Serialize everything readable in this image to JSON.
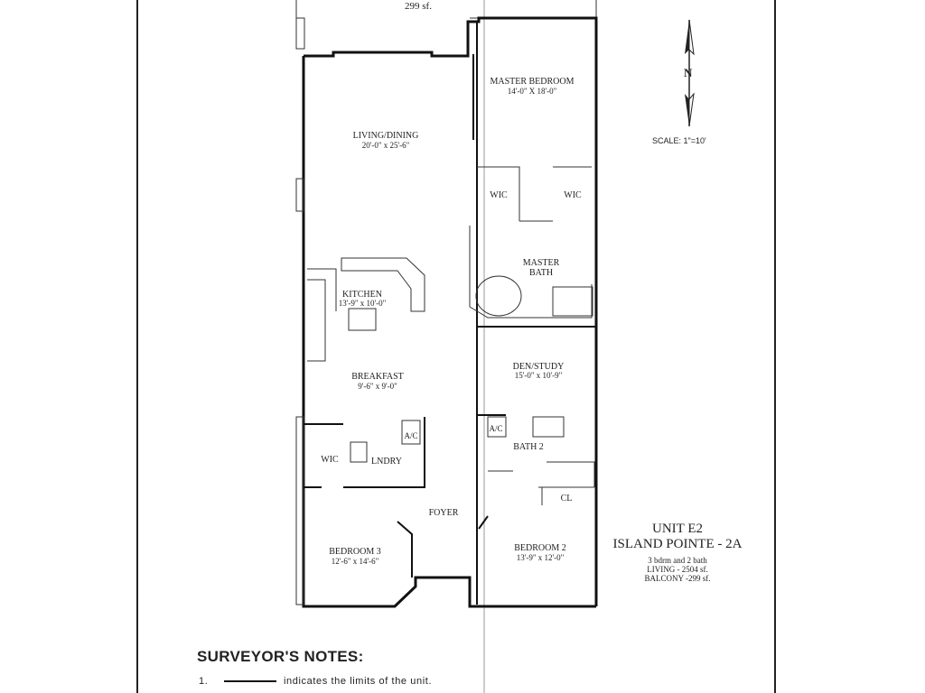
{
  "plan": {
    "balcony_top": "299 sf.",
    "rooms": {
      "master_bedroom": {
        "name": "MASTER BEDROOM",
        "size": "14'-0\" X 18'-0\""
      },
      "living_dining": {
        "name": "LIVING/DINING",
        "size": "20'-0\" x 25'-6\""
      },
      "wic_left": {
        "name": "WIC"
      },
      "wic_right": {
        "name": "WIC"
      },
      "master_bath": {
        "name": "MASTER",
        "name2": "BATH"
      },
      "kitchen": {
        "name": "KITCHEN",
        "size": "13'-9\" x 10'-0\""
      },
      "breakfast": {
        "name": "BREAKFAST",
        "size": "9'-6\" x 9'-0\""
      },
      "den_study": {
        "name": "DEN/STUDY",
        "size": "15'-0\" x 10'-9\""
      },
      "bath2": {
        "name": "BATH 2"
      },
      "wic_bed3": {
        "name": "WIC"
      },
      "laundry": {
        "name": "LNDRY"
      },
      "ac_1": {
        "name": "A/C"
      },
      "ac_2": {
        "name": "A/C"
      },
      "closet": {
        "name": "CL"
      },
      "foyer": {
        "name": "FOYER"
      },
      "bedroom3": {
        "name": "BEDROOM 3",
        "size": "12'-6\" x 14'-6\""
      },
      "bedroom2": {
        "name": "BEDROOM 2",
        "size": "13'-9\" x 12'-0\""
      }
    }
  },
  "compass": {
    "north_label": "N",
    "icon": "north-arrow-icon"
  },
  "scale": "SCALE:  1\"=10'",
  "unit": {
    "title": "UNIT E2",
    "subtitle": "ISLAND POINTE - 2A",
    "bedrooms": "3 bdrm and 2 bath",
    "living": "LIVING -    2504 sf.",
    "balcony": "BALCONY -299 sf."
  },
  "notes": {
    "title": "SURVEYOR'S NOTES:",
    "items": [
      {
        "num": "1.",
        "text": "indicates the limits of the unit."
      }
    ]
  }
}
